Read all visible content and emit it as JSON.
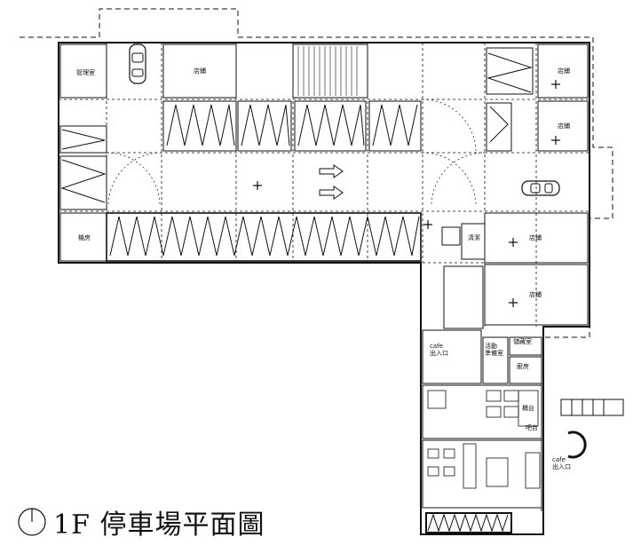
{
  "title": "1F 停車場平面圖",
  "rooms": {
    "admin": "管理室",
    "shop_a": "店鋪",
    "shop_b": "店鋪",
    "shop_c": "店鋪",
    "machine": "機房",
    "shop_d": "店鋪",
    "shop_e": "店鋪",
    "cleaning": "清潔",
    "cafe_entry_1": "cafe\n出入口",
    "activity": "活動\n準備室",
    "storage": "儲藏室",
    "kitchen": "廚房",
    "counter": "櫃台",
    "bar": "吧台",
    "cafe_entry_2": "cafe\n出入口"
  }
}
